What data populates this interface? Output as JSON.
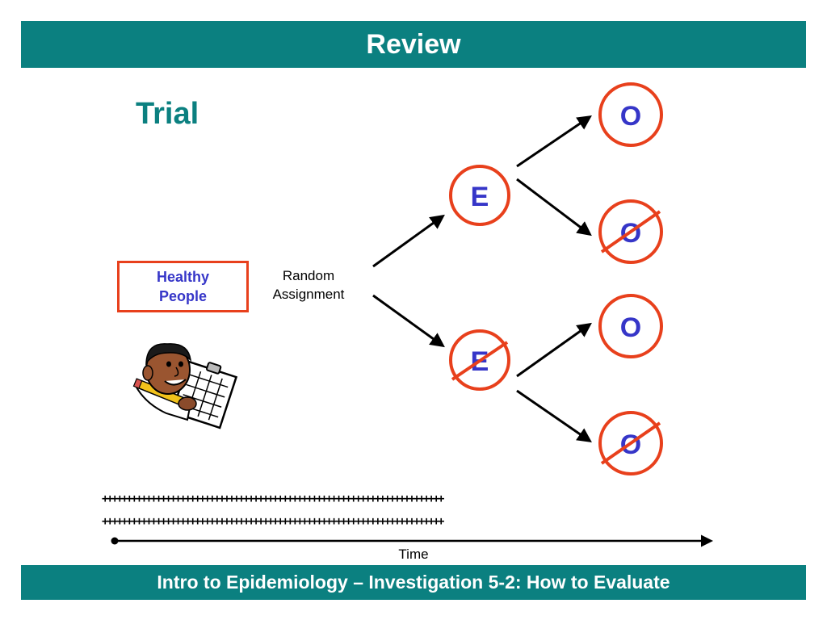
{
  "header": {
    "title": "Review"
  },
  "diagram": {
    "heading": "Trial",
    "population_label": "Healthy\nPeople",
    "branch_label": "Random\nAssignment",
    "exposure_nodes": [
      {
        "letter": "E",
        "crossed": false
      },
      {
        "letter": "E",
        "crossed": true
      }
    ],
    "outcome_nodes": [
      {
        "letter": "O",
        "crossed": false
      },
      {
        "letter": "O",
        "crossed": true
      },
      {
        "letter": "O",
        "crossed": false
      },
      {
        "letter": "O",
        "crossed": true
      }
    ],
    "timeline_row_1": "++++++++++++++++++++++++++++++++++++++++++++++++++++++++++++++++++++++",
    "timeline_row_2": "++++++++++++++++++++++++++++++++++++++++++++++++++++++++++++++++++++++",
    "time_label": "Time",
    "colors": {
      "teal": "#0b8080",
      "orange": "#e8401c",
      "letter_blue": "#3636c8"
    },
    "illustration": "cartoon-researcher-with-clipboard"
  },
  "footer": {
    "caption": "Intro to Epidemiology – Investigation 5-2:  How to Evaluate"
  }
}
